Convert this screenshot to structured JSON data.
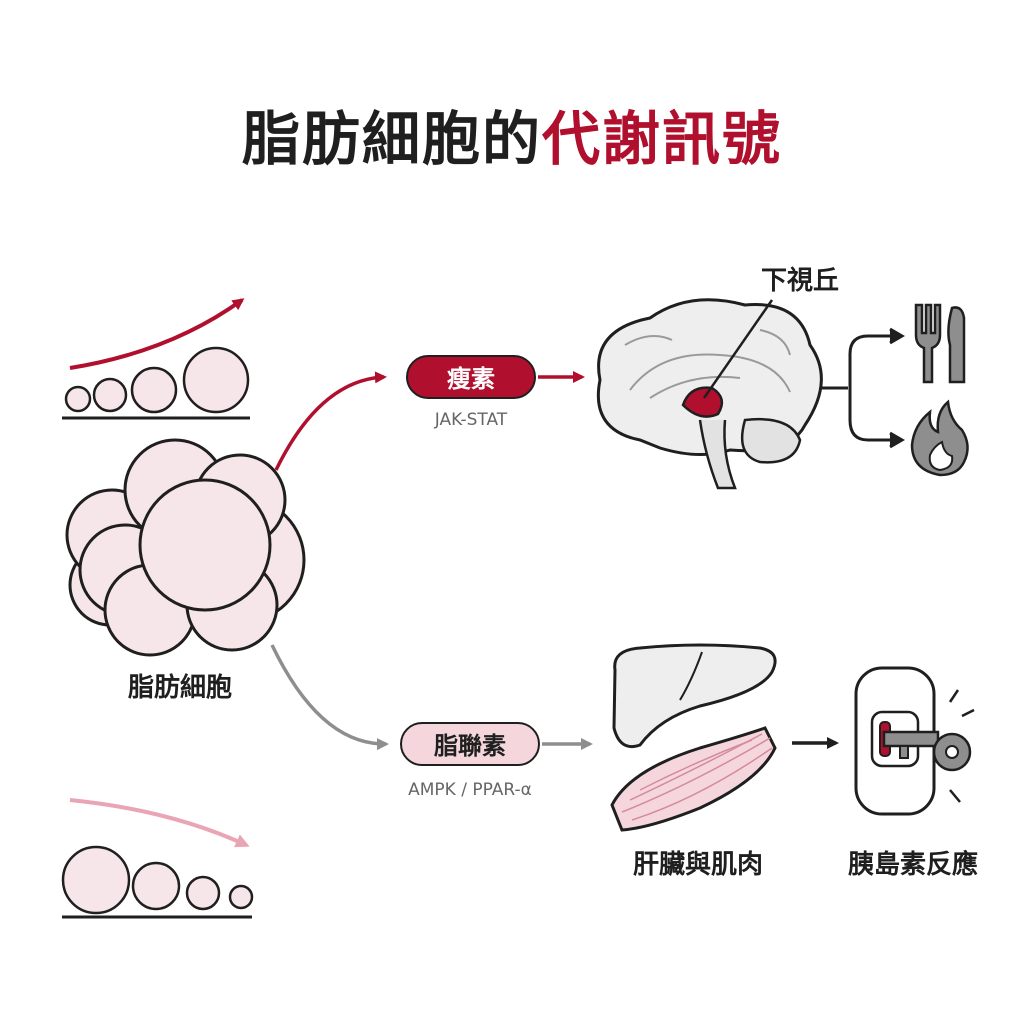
{
  "title": {
    "part1": "脂肪細胞的",
    "part2": "代謝訊號"
  },
  "leptin": {
    "name": "瘦素",
    "pathway": "JAK-STAT"
  },
  "adiponectin": {
    "name": "脂聯素",
    "pathway": "AMPK / PPAR-α"
  },
  "labels": {
    "fat_cells": "脂肪細胞",
    "hypothalamus": "下視丘",
    "liver_muscle": "肝臟與肌肉",
    "insulin_response": "胰島素反應"
  },
  "colors": {
    "accent": "#b0102e",
    "cell_fill": "#f7e6e9",
    "pill_light": "#f4d6dc",
    "outline": "#1f1f1f",
    "gray": "#8e8e8e"
  },
  "icons": {
    "appetite": "fork-knife-icon",
    "energy": "flame-icon",
    "insulin": "key-lock-icon"
  }
}
